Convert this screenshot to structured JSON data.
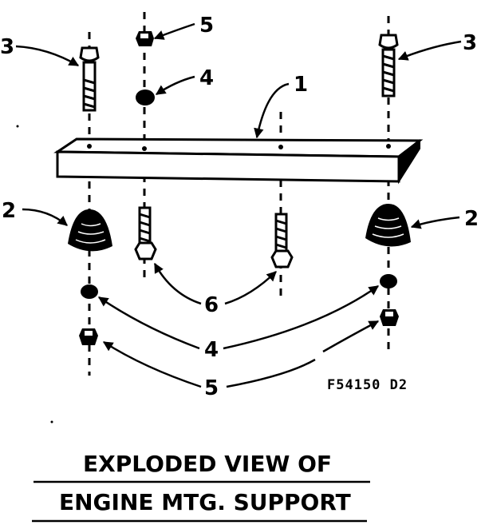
{
  "callouts": {
    "c1": "1",
    "c2_left": "2",
    "c2_right": "2",
    "c3_left": "3",
    "c3_right": "3",
    "c4_top": "4",
    "c4_bottom": "4",
    "c5_top": "5",
    "c5_bottom": "5",
    "c6": "6"
  },
  "figure_code": "F54150 D2",
  "title": {
    "line1": "EXPLODED VIEW OF",
    "line2": "ENGINE MTG. SUPPORT"
  },
  "colors": {
    "ink": "#000000",
    "paper": "#ffffff"
  }
}
